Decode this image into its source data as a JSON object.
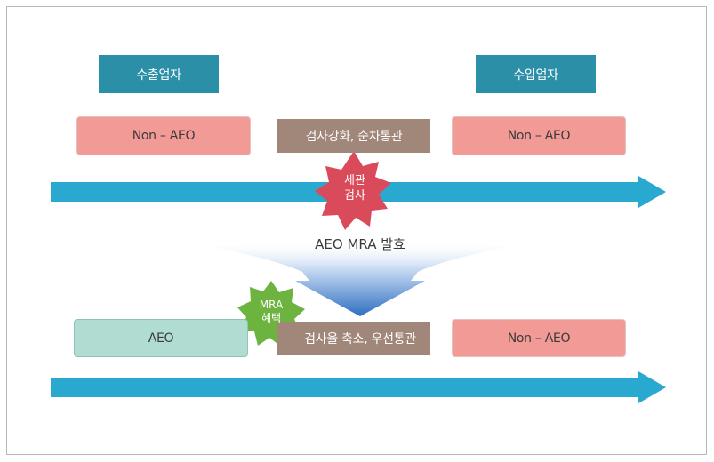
{
  "exporter_label": "수출업자",
  "importer_label": "수입업자",
  "before": {
    "exporter_status": "Non – AEO",
    "process": "검사강화, 순차통관",
    "importer_status": "Non – AEO",
    "customs_star": "세관\n검사"
  },
  "mra_effect_label": "AEO MRA 발효",
  "after": {
    "exporter_status": "AEO",
    "process": "검사율 축소, 우선통관",
    "importer_status": "Non – AEO",
    "benefit_star": "MRA\n혜택"
  },
  "colors": {
    "header": "#2b8fa8",
    "arrow": "#29a9cf",
    "non_aeo": "#f29a96",
    "aeo": "#b1dcd1",
    "process": "#a08779",
    "customs_star": "#d94b5b",
    "benefit_star": "#6db33f",
    "down_arrow_bottom": "#2f6fc2"
  }
}
